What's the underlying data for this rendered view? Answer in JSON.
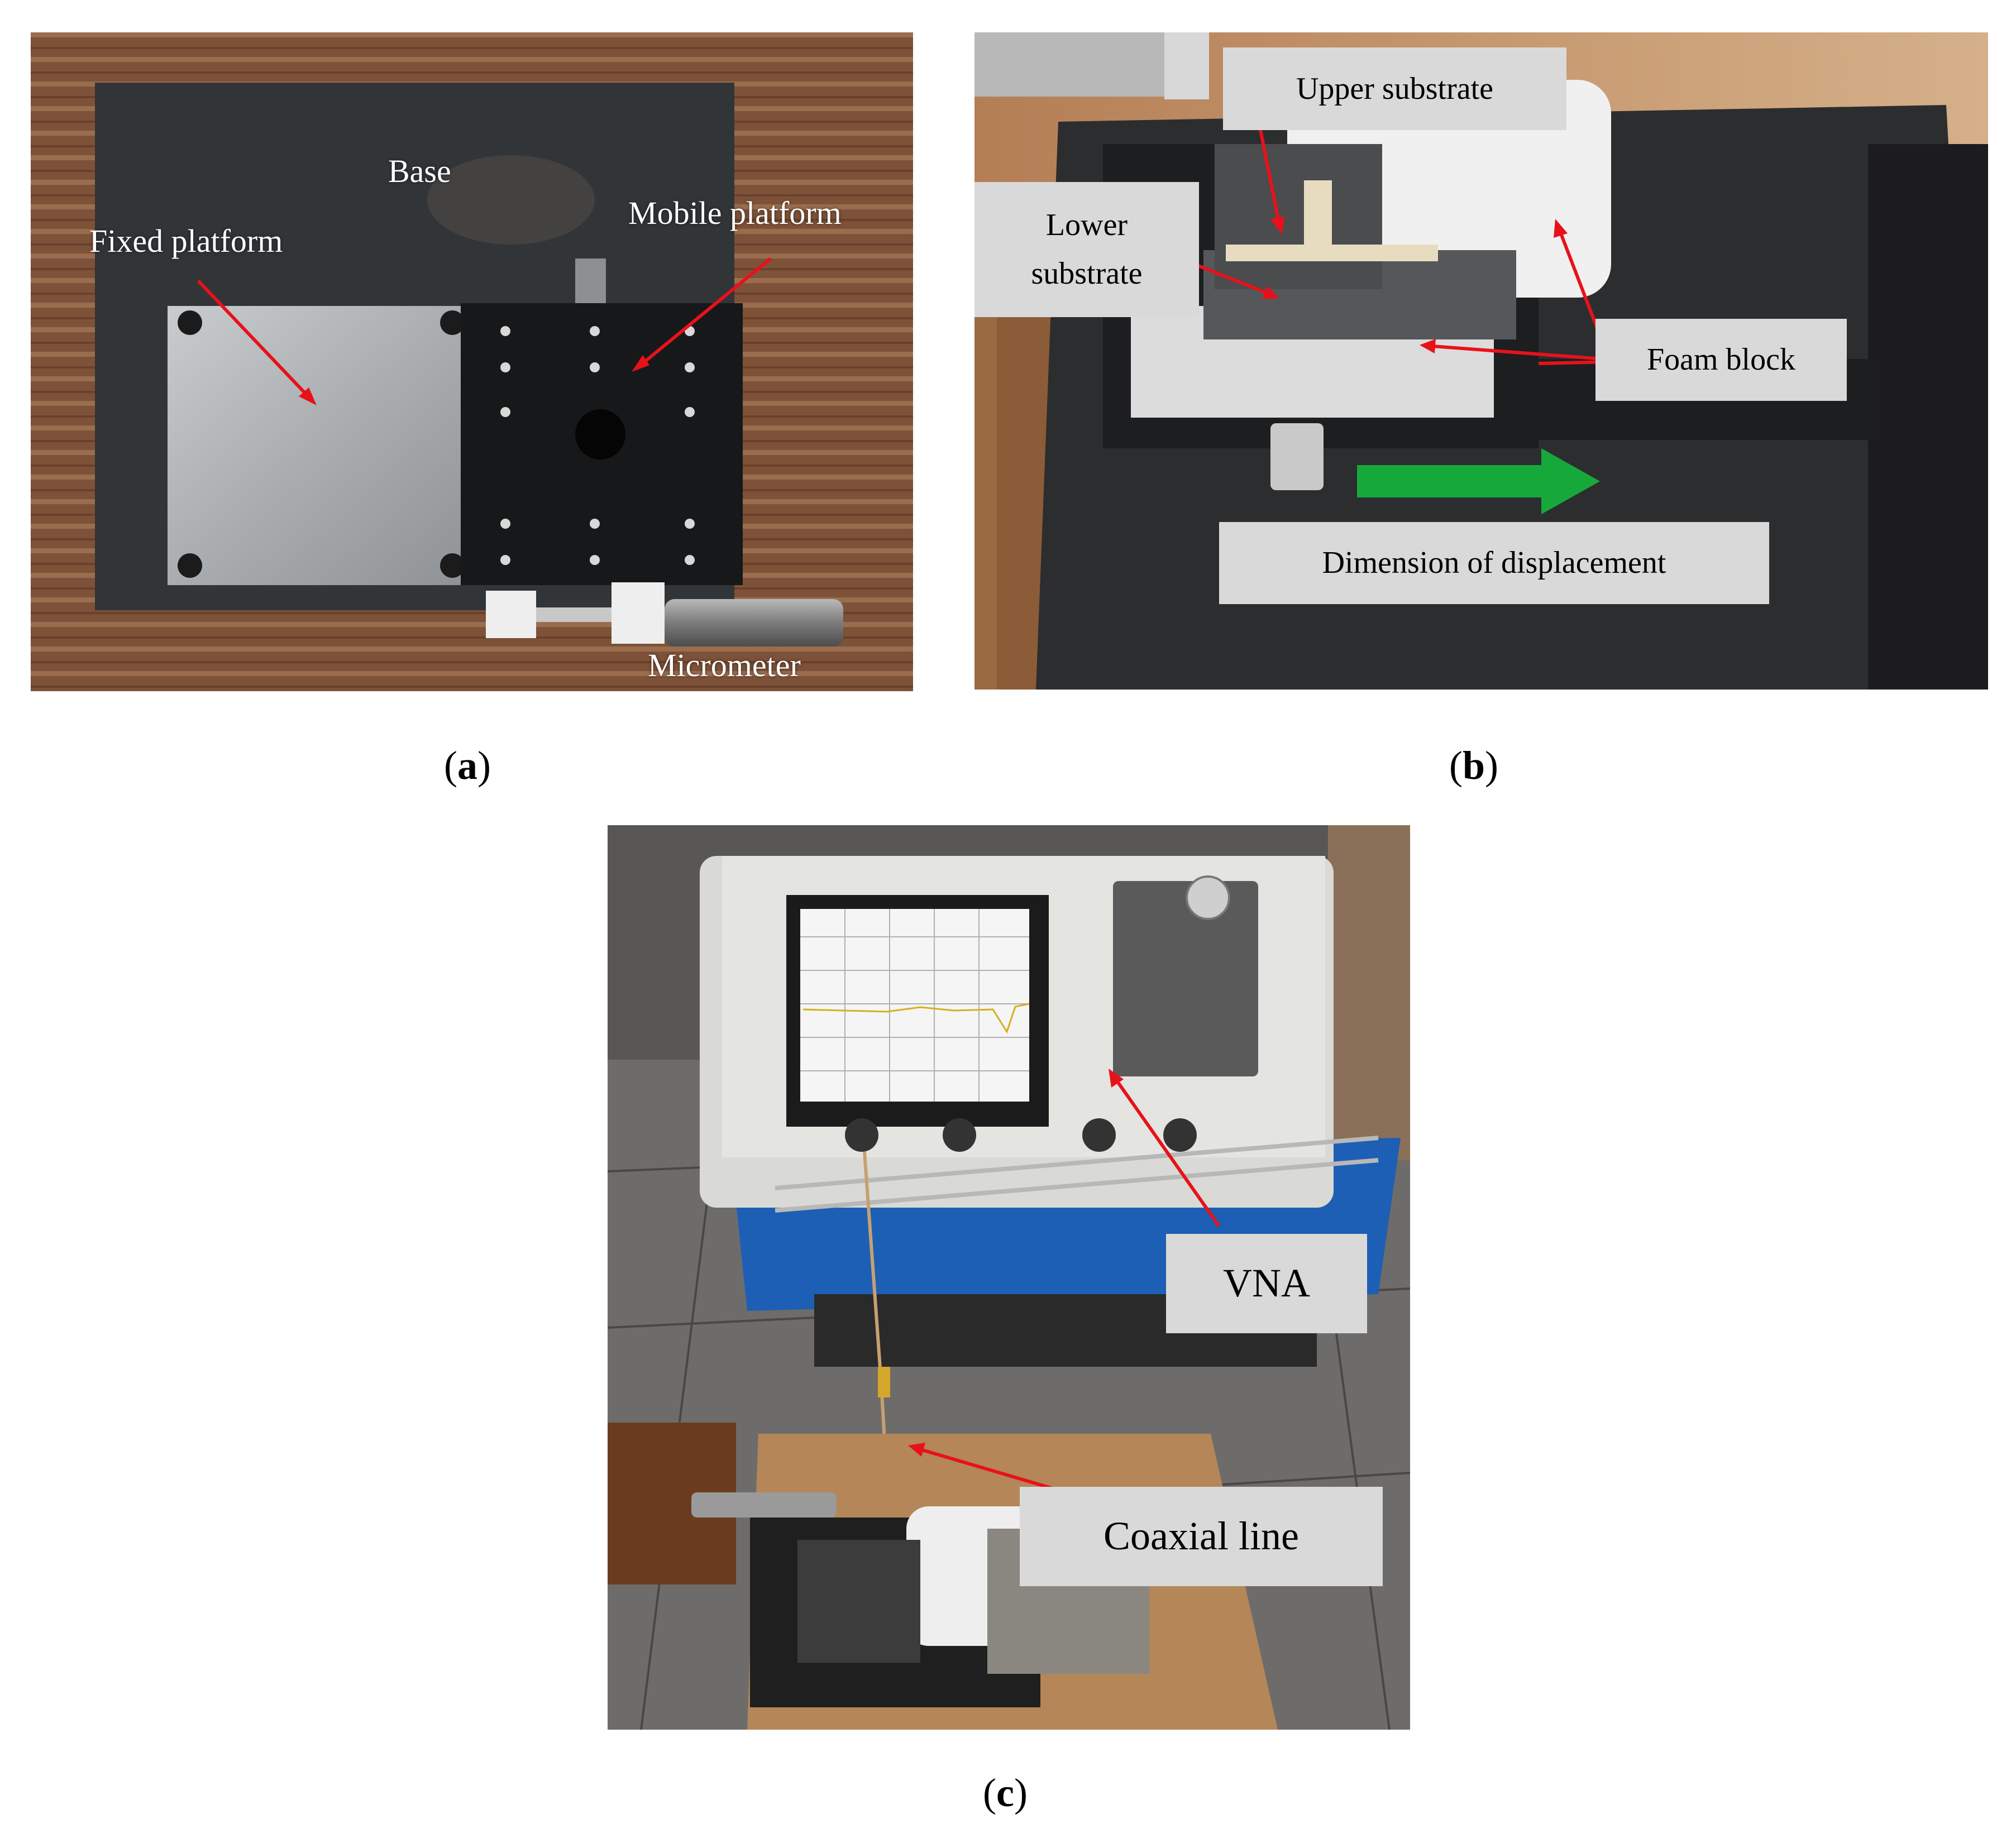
{
  "panel_a": {
    "labels": {
      "base": "Base",
      "fixed_platform": "Fixed platform",
      "mobile_platform": "Mobile platform",
      "micrometer": "Micrometer"
    },
    "caption": "a"
  },
  "panel_b": {
    "labels": {
      "upper_substrate": "Upper substrate",
      "lower_substrate_1": "Lower",
      "lower_substrate_2": "substrate",
      "foam_block": "Foam block",
      "displacement": "Dimension of displacement"
    },
    "caption": "b"
  },
  "panel_c": {
    "labels": {
      "vna": "VNA",
      "coaxial_line": "Coaxial line"
    },
    "caption": "c"
  },
  "colors": {
    "annotation_arrow": "#e8111a",
    "displacement_arrow": "#17a83c",
    "label_box": "#d9d9d9"
  }
}
